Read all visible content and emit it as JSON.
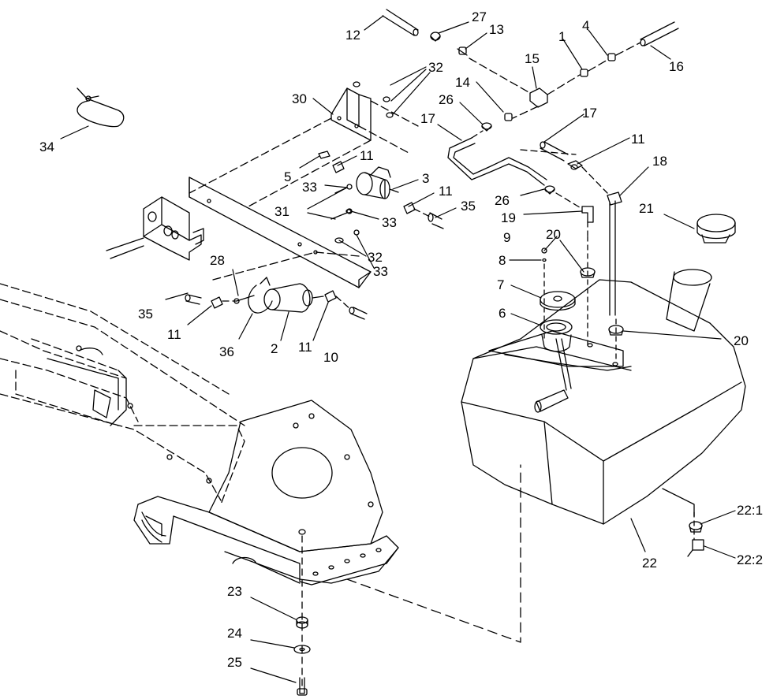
{
  "diagram": {
    "callouts": [
      "12",
      "27",
      "13",
      "1",
      "4",
      "16",
      "15",
      "32",
      "30",
      "14",
      "26",
      "17",
      "17",
      "34",
      "11",
      "11",
      "5",
      "3",
      "33",
      "11",
      "31",
      "33",
      "35",
      "26",
      "19",
      "18",
      "21",
      "32",
      "9",
      "20",
      "33",
      "8",
      "28",
      "7",
      "35",
      "6",
      "11",
      "20",
      "36",
      "2",
      "11",
      "10",
      "22:1",
      "22",
      "22:2",
      "23",
      "24",
      "25"
    ]
  }
}
